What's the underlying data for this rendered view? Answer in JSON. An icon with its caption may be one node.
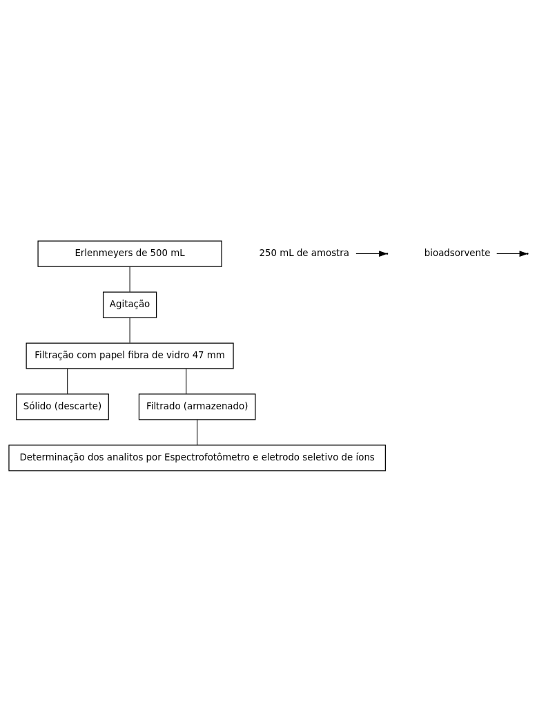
{
  "diagram": {
    "nodes": [
      {
        "text": [
          "Erlenmeyers de 500 mL"
        ]
      },
      {
        "text": [
          "250 mL de amostra"
        ]
      },
      {
        "text": [
          "bioadsorvente"
        ]
      },
      {
        "text": [
          "Agitação"
        ]
      },
      {
        "text": [
          "Filtração com papel fibra de vidro 47 mm"
        ]
      },
      {
        "text": [
          "Sólido (descarte)"
        ]
      },
      {
        "text": [
          "Filtrado (armazenado)"
        ]
      },
      {
        "text": [
          "Determinação dos analitos por Espectrofotômetro e eletrodo seletivo de íons"
        ]
      }
    ],
    "edges": [
      {
        "from": 0,
        "to": 3,
        "arrow": "none"
      },
      {
        "from": 1,
        "to": null,
        "arrow": "to"
      },
      {
        "from": 2,
        "to": null,
        "arrow": "to"
      },
      {
        "from": 3,
        "to": 4,
        "arrow": "none"
      },
      {
        "from": 4,
        "to": 5,
        "arrow": "none"
      },
      {
        "from": 4,
        "to": 6,
        "arrow": "none"
      },
      {
        "from": 6,
        "to": 7,
        "arrow": "none"
      }
    ]
  }
}
